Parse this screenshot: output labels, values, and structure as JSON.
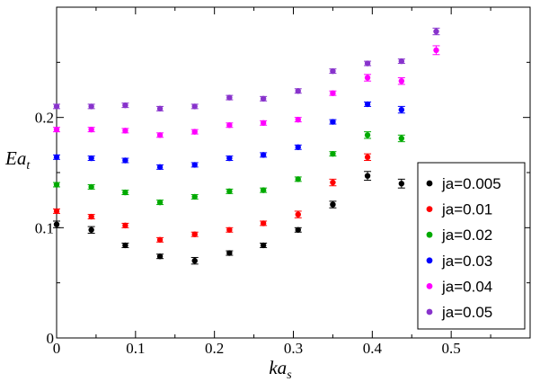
{
  "chart_data": {
    "type": "scatter",
    "title": "",
    "xlabel": {
      "main": "ka",
      "sub": "s"
    },
    "ylabel": {
      "main": "Ea",
      "sub": "t"
    },
    "xlim": [
      0,
      0.6
    ],
    "ylim": [
      0,
      0.3
    ],
    "x_ticks": [
      0,
      0.1,
      0.2,
      0.3,
      0.4,
      0.5
    ],
    "x_tick_labels": [
      "0",
      "0.1",
      "0.2",
      "0.3",
      "0.4",
      "0.5"
    ],
    "y_ticks": [
      0,
      0.1,
      0.2
    ],
    "y_tick_labels": [
      "0",
      "0.1",
      "0.2"
    ],
    "grid": false,
    "legend_position": "bottom-right",
    "error_bars": true,
    "series": [
      {
        "name": "ja=0.005",
        "color": "#000000",
        "x": [
          0,
          0.044,
          0.087,
          0.131,
          0.175,
          0.219,
          0.262,
          0.306,
          0.35,
          0.394,
          0.437
        ],
        "y": [
          0.103,
          0.098,
          0.084,
          0.074,
          0.07,
          0.077,
          0.084,
          0.098,
          0.121,
          0.147,
          0.14
        ],
        "err": [
          0.003,
          0.003,
          0.002,
          0.002,
          0.003,
          0.002,
          0.002,
          0.002,
          0.003,
          0.004,
          0.004
        ]
      },
      {
        "name": "ja=0.01",
        "color": "#ff0000",
        "x": [
          0,
          0.044,
          0.087,
          0.131,
          0.175,
          0.219,
          0.262,
          0.306,
          0.35,
          0.394
        ],
        "y": [
          0.115,
          0.11,
          0.102,
          0.089,
          0.094,
          0.098,
          0.104,
          0.112,
          0.141,
          0.164
        ],
        "err": [
          0.002,
          0.002,
          0.002,
          0.002,
          0.002,
          0.002,
          0.002,
          0.003,
          0.003,
          0.003
        ]
      },
      {
        "name": "ja=0.02",
        "color": "#00aa00",
        "x": [
          0,
          0.044,
          0.087,
          0.131,
          0.175,
          0.219,
          0.262,
          0.306,
          0.35,
          0.394,
          0.437
        ],
        "y": [
          0.139,
          0.137,
          0.132,
          0.123,
          0.128,
          0.133,
          0.134,
          0.144,
          0.167,
          0.184,
          0.181
        ],
        "err": [
          0.002,
          0.002,
          0.002,
          0.002,
          0.002,
          0.002,
          0.002,
          0.002,
          0.002,
          0.003,
          0.003
        ]
      },
      {
        "name": "ja=0.03",
        "color": "#0000ff",
        "x": [
          0,
          0.044,
          0.087,
          0.131,
          0.175,
          0.219,
          0.262,
          0.306,
          0.35,
          0.394,
          0.437
        ],
        "y": [
          0.164,
          0.163,
          0.161,
          0.155,
          0.157,
          0.163,
          0.166,
          0.173,
          0.196,
          0.212,
          0.207
        ],
        "err": [
          0.002,
          0.002,
          0.002,
          0.002,
          0.002,
          0.002,
          0.002,
          0.002,
          0.002,
          0.002,
          0.003
        ]
      },
      {
        "name": "ja=0.04",
        "color": "#ff00ff",
        "x": [
          0,
          0.044,
          0.087,
          0.131,
          0.175,
          0.219,
          0.262,
          0.306,
          0.35,
          0.394,
          0.437,
          0.481
        ],
        "y": [
          0.189,
          0.189,
          0.188,
          0.184,
          0.187,
          0.193,
          0.195,
          0.198,
          0.222,
          0.236,
          0.233,
          0.261
        ],
        "err": [
          0.002,
          0.002,
          0.002,
          0.002,
          0.002,
          0.002,
          0.002,
          0.002,
          0.002,
          0.003,
          0.003,
          0.004
        ]
      },
      {
        "name": "ja=0.05",
        "color": "#8833cc",
        "x": [
          0,
          0.044,
          0.087,
          0.131,
          0.175,
          0.219,
          0.262,
          0.306,
          0.35,
          0.394,
          0.437,
          0.481
        ],
        "y": [
          0.21,
          0.21,
          0.211,
          0.208,
          0.21,
          0.218,
          0.217,
          0.224,
          0.242,
          0.249,
          0.251,
          0.278
        ],
        "err": [
          0.002,
          0.002,
          0.002,
          0.002,
          0.002,
          0.002,
          0.002,
          0.002,
          0.002,
          0.002,
          0.002,
          0.003
        ]
      }
    ]
  }
}
